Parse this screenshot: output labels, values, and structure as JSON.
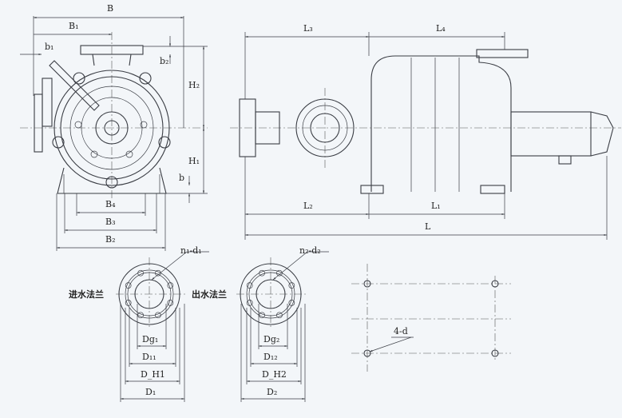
{
  "front_view": {
    "B": "B",
    "B1": "B₁",
    "b1": "b₁",
    "b2": "b₂",
    "H2": "H₂",
    "H1": "H₁",
    "b": "b",
    "B4": "B₄",
    "B3": "B₃",
    "B2": "B₂"
  },
  "side_view": {
    "L3": "L₃",
    "L4": "L₄",
    "L2": "L₂",
    "L1": "L₁",
    "L": "L"
  },
  "inlet_flange": {
    "title": "进水法兰",
    "holes": "n₁-d₁",
    "Dg": "Dg₁",
    "D1x": "D₁₁",
    "DH": "D_H1",
    "D": "D₁"
  },
  "outlet_flange": {
    "title": "出水法兰",
    "holes": "n₂-d₂",
    "Dg": "Dg₂",
    "D1x": "D₁₂",
    "DH": "D_H2",
    "D": "D₂"
  },
  "foundation": {
    "holes": "4-d"
  },
  "colors": {
    "line": "#3a3d44",
    "background": "#f3f6f9"
  }
}
